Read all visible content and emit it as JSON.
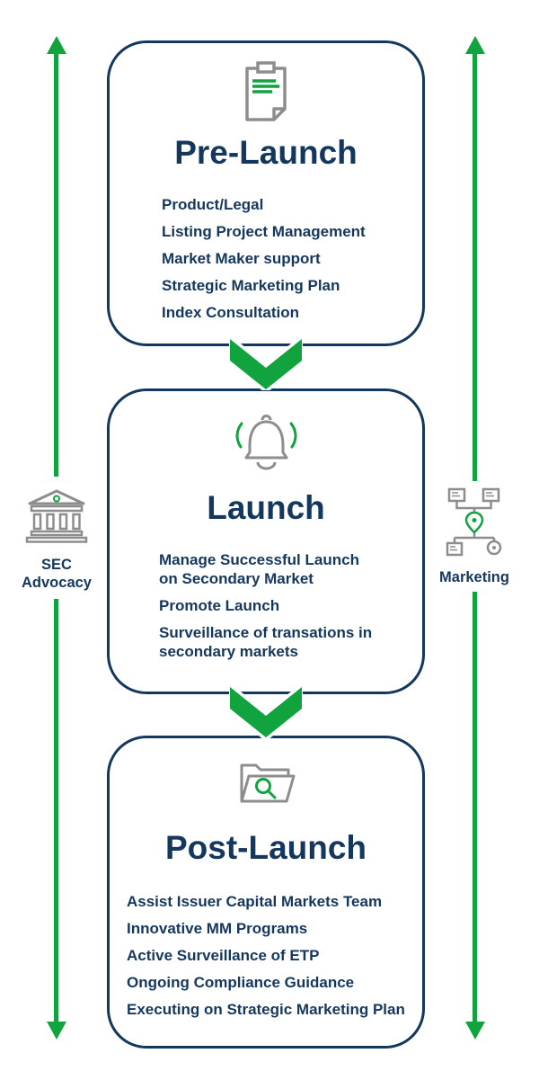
{
  "colors": {
    "navy": "#14375e",
    "green": "#11a33e",
    "icon_gray": "#8d8d8d"
  },
  "stages": [
    {
      "title": "Pre-Launch",
      "icon": "clipboard-icon",
      "items": [
        "Product/Legal",
        "Listing Project Management",
        "Market Maker support",
        "Strategic Marketing Plan",
        "Index Consultation"
      ]
    },
    {
      "title": "Launch",
      "icon": "bell-icon",
      "items": [
        "Manage Successful Launch on Secondary Market",
        "Promote Launch",
        "Surveillance of transations in secondary markets"
      ]
    },
    {
      "title": "Post-Launch",
      "icon": "folder-search-icon",
      "items": [
        "Assist Issuer Capital Markets Team",
        "Innovative MM Programs",
        "Active Surveillance of ETP",
        "Ongoing Compliance Guidance",
        "Executing on Strategic Marketing Plan"
      ]
    }
  ],
  "sides": {
    "left": {
      "label_line1": "SEC",
      "label_line2": "Advocacy",
      "icon": "bank-icon"
    },
    "right": {
      "label": "Marketing",
      "icon": "network-icon"
    }
  }
}
